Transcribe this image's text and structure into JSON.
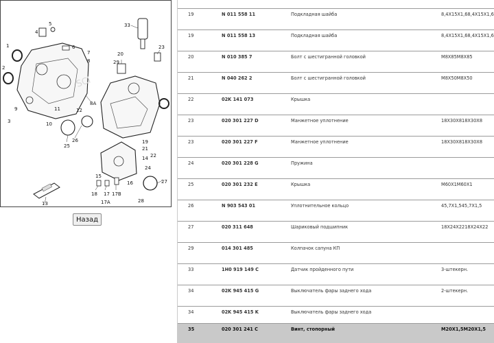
{
  "diagram": {
    "callouts": [
      "33",
      "29",
      "23",
      "8A",
      "20",
      "1",
      "2",
      "3",
      "4",
      "5",
      "6",
      "7",
      "8",
      "9",
      "10",
      "11",
      "12",
      "13",
      "14",
      "15",
      "16",
      "17",
      "17A",
      "17B",
      "18",
      "19",
      "21",
      "22",
      "24",
      "25",
      "26",
      "27",
      "28"
    ],
    "watermark_text": "SCI"
  },
  "back_button": {
    "label": "Назад"
  },
  "parts": {
    "rows": [
      {
        "num": "19",
        "part": "N 011 558 11",
        "desc": "Подкладная шайба",
        "spec": "8,4X15X1,68,4X15X1,6",
        "highlight": false
      },
      {
        "num": "19",
        "part": "N 011 558 13",
        "desc": "Подкладная шайба",
        "spec": "8,4X15X1,68,4X15X1,6",
        "highlight": false
      },
      {
        "num": "20",
        "part": "N 010 385 7",
        "desc": "Болт с шестигранной головкой",
        "spec": "M8X85M8X85",
        "highlight": false
      },
      {
        "num": "21",
        "part": "N 040 262 2",
        "desc": "Болт с шестигранной головкой",
        "spec": "M8X50M8X50",
        "highlight": false
      },
      {
        "num": "22",
        "part": "02K 141 073",
        "desc": "Крышка",
        "spec": "",
        "highlight": false
      },
      {
        "num": "23",
        "part": "020 301 227 D",
        "desc": "Манжетное уплотнение",
        "spec": "18X30X818X30X8",
        "highlight": false
      },
      {
        "num": "23",
        "part": "020 301 227 F",
        "desc": "Манжетное уплотнение",
        "spec": "18X30X818X30X8",
        "highlight": false
      },
      {
        "num": "24",
        "part": "020 301 228 G",
        "desc": "Пружина",
        "spec": "",
        "highlight": false
      },
      {
        "num": "25",
        "part": "020 301 232 E",
        "desc": "Крышка",
        "spec": "M60X1M60X1",
        "highlight": false
      },
      {
        "num": "26",
        "part": "N 903 543 01",
        "desc": "Уплотнительное кольцо",
        "spec": "45,7X1,545,7X1,5",
        "highlight": false
      },
      {
        "num": "27",
        "part": "020 311 648",
        "desc": "Шариковый подшипник",
        "spec": "18X24X2218X24X22",
        "highlight": false
      },
      {
        "num": "29",
        "part": "014 301 485",
        "desc": "Колпачок сапуна КП",
        "spec": "",
        "highlight": false
      },
      {
        "num": "33",
        "part": "1H0 919 149 C",
        "desc": "Датчик пройденного пути",
        "spec": "3-штекерн.",
        "highlight": false
      },
      {
        "num": "34",
        "part": "02K 945 415 G",
        "desc": "Выключатель фары заднего хода",
        "spec": "2-штекерн.",
        "highlight": false
      },
      {
        "num": "34",
        "part": "02K 945 415 K",
        "desc": "Выключатель фары заднего хода",
        "spec": "",
        "highlight": false
      },
      {
        "num": "35",
        "part": "020 301 241 C",
        "desc": "Винт, стопорный",
        "spec": "M20X1,5M20X1,5",
        "highlight": true
      }
    ]
  }
}
